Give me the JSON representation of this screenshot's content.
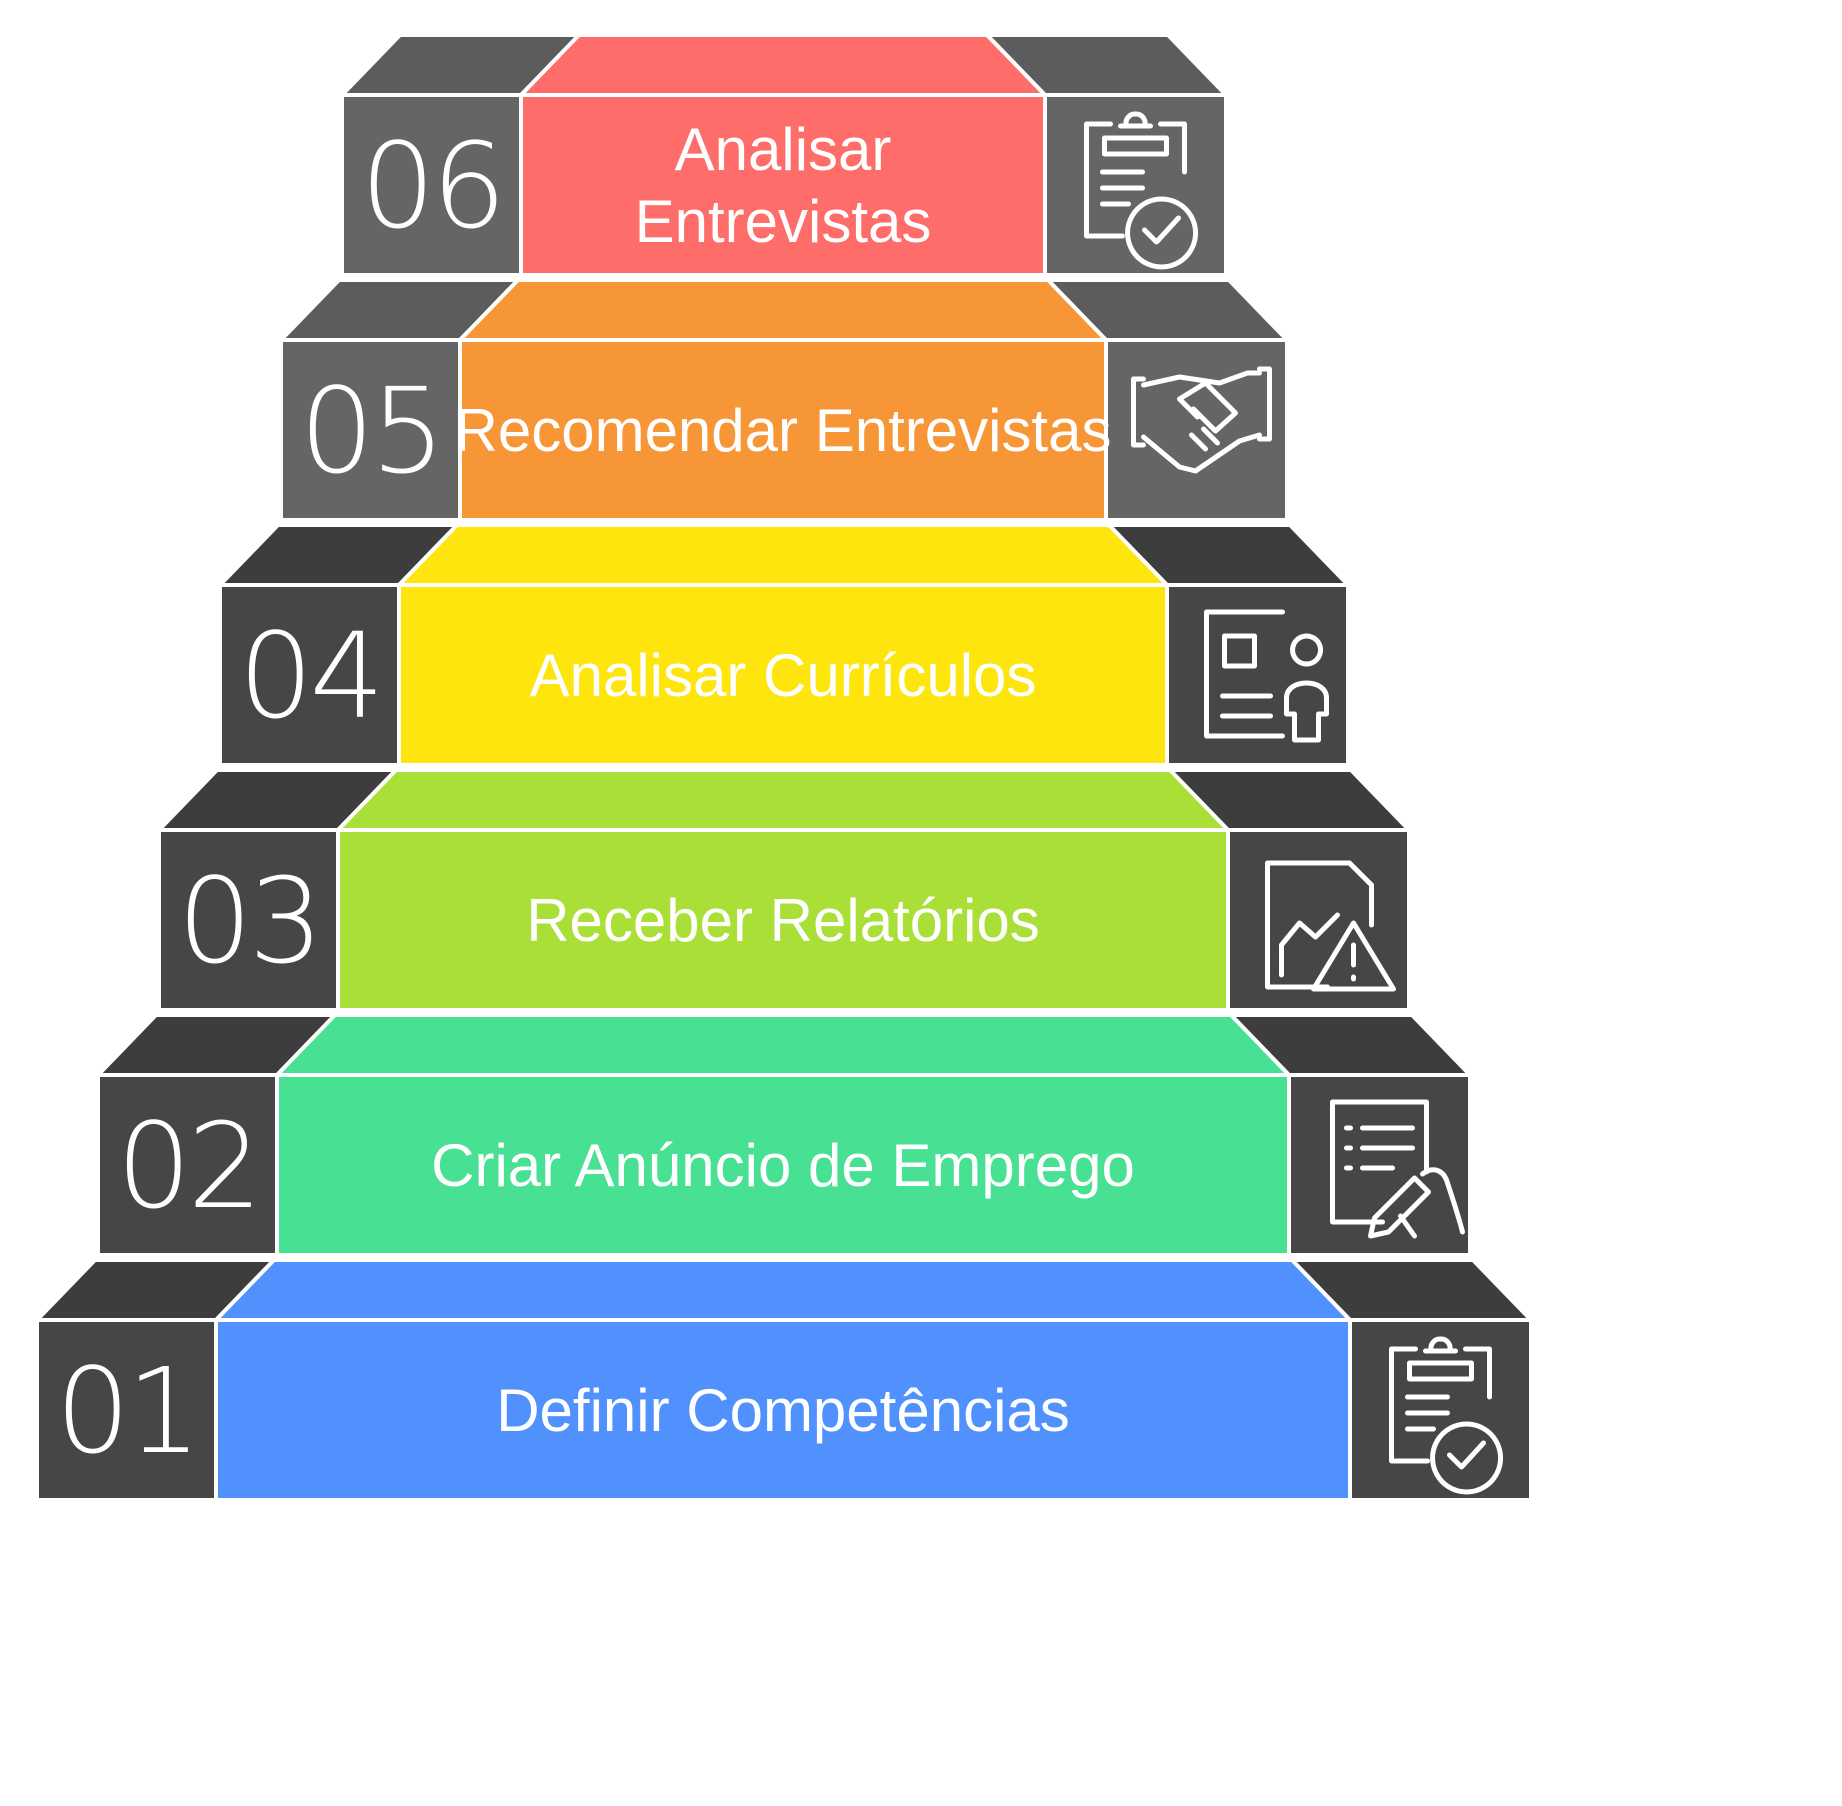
{
  "steps": [
    {
      "number": "01",
      "label": [
        "Definir Competências"
      ],
      "icon": "clipboard-check-icon",
      "color": "#5191fd",
      "box_color": "#464646"
    },
    {
      "number": "02",
      "label": [
        "Criar Anúncio de Emprego"
      ],
      "icon": "document-signing-icon",
      "color": "#48e093",
      "box_color": "#464646"
    },
    {
      "number": "03",
      "label": [
        "Receber Relatórios"
      ],
      "icon": "report-warning-icon",
      "color": "#aadf37",
      "box_color": "#464646"
    },
    {
      "number": "04",
      "label": [
        "Analisar Currículos"
      ],
      "icon": "resume-profile-icon",
      "color": "#fee50d",
      "box_color": "#464646"
    },
    {
      "number": "05",
      "label": [
        "Recomendar Entrevistas"
      ],
      "icon": "handshake-icon",
      "color": "#f79637",
      "box_color": "#656565"
    },
    {
      "number": "06",
      "label": [
        "Analisar",
        "Entrevistas"
      ],
      "icon": "clipboard-check-icon",
      "color": "#fe6d69",
      "box_color": "#656565"
    }
  ],
  "colors": {
    "top_face": "#3d3d3d",
    "top_face_light": "#5c5c5c",
    "separator": "#ffffff"
  }
}
